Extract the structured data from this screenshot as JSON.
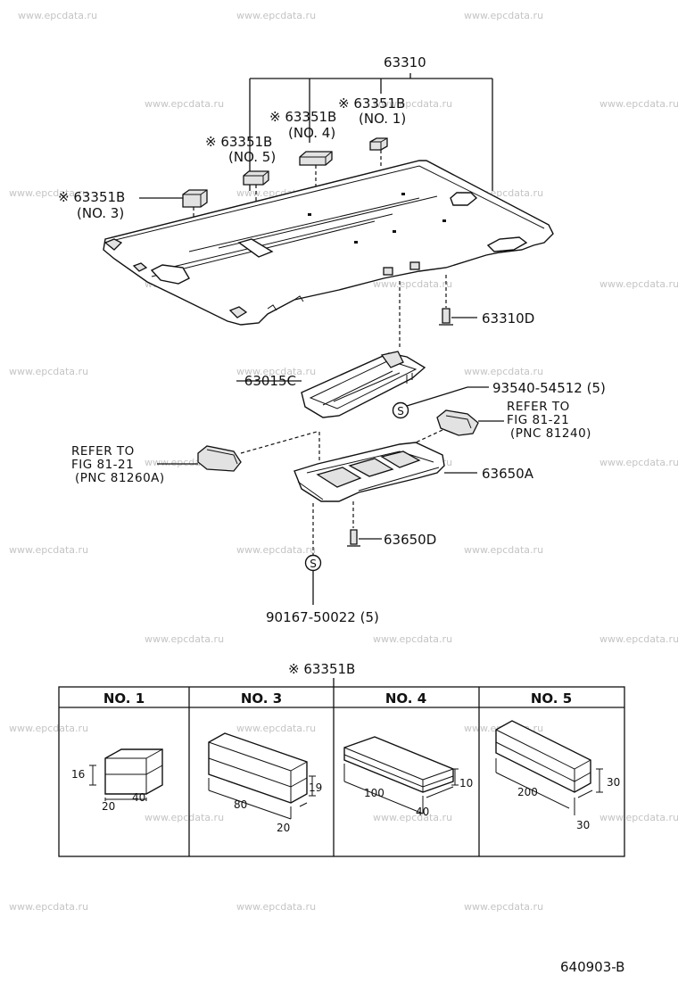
{
  "watermark": "www.epcdata.ru",
  "diagram_code": "640903-B",
  "labels": {
    "headliner": "63310",
    "insulator_no1_part": "※ 63351B",
    "insulator_no1_tag": "(NO. 1)",
    "insulator_no4_part": "※ 63351B",
    "insulator_no4_tag": "(NO. 4)",
    "insulator_no5_part": "※ 63351B",
    "insulator_no5_tag": "(NO. 5)",
    "insulator_no3_part": "※ 63351B",
    "insulator_no3_tag": "(NO. 3)",
    "clip_headliner": "63310D",
    "bracket": "63015C",
    "screw_bracket": "93540-54512 (5)",
    "refer_right_1": "REFER TO",
    "refer_right_2": "FIG 81-21",
    "refer_right_3": "(PNC 81240)",
    "refer_left_1": "REFER TO",
    "refer_left_2": "FIG 81-21",
    "refer_left_3": "(PNC 81260A)",
    "console_box": "63650A",
    "clip_console": "63650D",
    "screw_console": "90167-50022 (5)"
  },
  "table": {
    "title": "※ 63351B",
    "columns": [
      {
        "header": "NO. 1",
        "dims": [
          "16",
          "20",
          "40"
        ]
      },
      {
        "header": "NO. 3",
        "dims": [
          "80",
          "19",
          "20"
        ]
      },
      {
        "header": "NO. 4",
        "dims": [
          "100",
          "10",
          "40"
        ]
      },
      {
        "header": "NO. 5",
        "dims": [
          "200",
          "30",
          "30"
        ]
      }
    ]
  }
}
